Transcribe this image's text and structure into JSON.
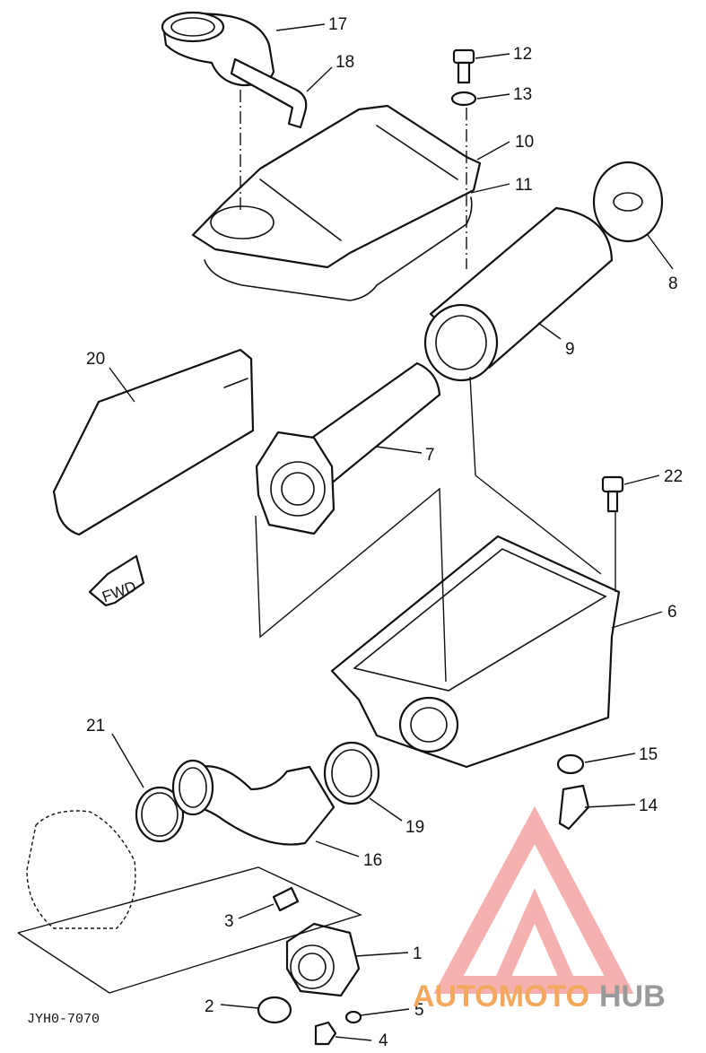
{
  "diagram": {
    "callouts": [
      {
        "id": "1",
        "text": "1"
      },
      {
        "id": "2",
        "text": "2"
      },
      {
        "id": "3",
        "text": "3"
      },
      {
        "id": "4",
        "text": "4"
      },
      {
        "id": "5",
        "text": "5"
      },
      {
        "id": "6",
        "text": "6"
      },
      {
        "id": "7",
        "text": "7"
      },
      {
        "id": "8",
        "text": "8"
      },
      {
        "id": "9",
        "text": "9"
      },
      {
        "id": "10",
        "text": "10"
      },
      {
        "id": "11",
        "text": "11"
      },
      {
        "id": "12",
        "text": "12"
      },
      {
        "id": "13",
        "text": "13"
      },
      {
        "id": "14",
        "text": "14"
      },
      {
        "id": "15",
        "text": "15"
      },
      {
        "id": "16",
        "text": "16"
      },
      {
        "id": "17",
        "text": "17"
      },
      {
        "id": "18",
        "text": "18"
      },
      {
        "id": "19",
        "text": "19"
      },
      {
        "id": "20",
        "text": "20"
      },
      {
        "id": "21",
        "text": "21"
      },
      {
        "id": "22",
        "text": "22"
      }
    ],
    "fwd_label": "FWD",
    "drawing_code": "JYH0-7070"
  },
  "watermark": {
    "brand_part1": "AUTOMOTO",
    "brand_part2": "HUB",
    "colors": {
      "triangle": "#f4a3a3",
      "text_orange": "#f3a85e",
      "text_gray": "#9a9a9a"
    }
  }
}
